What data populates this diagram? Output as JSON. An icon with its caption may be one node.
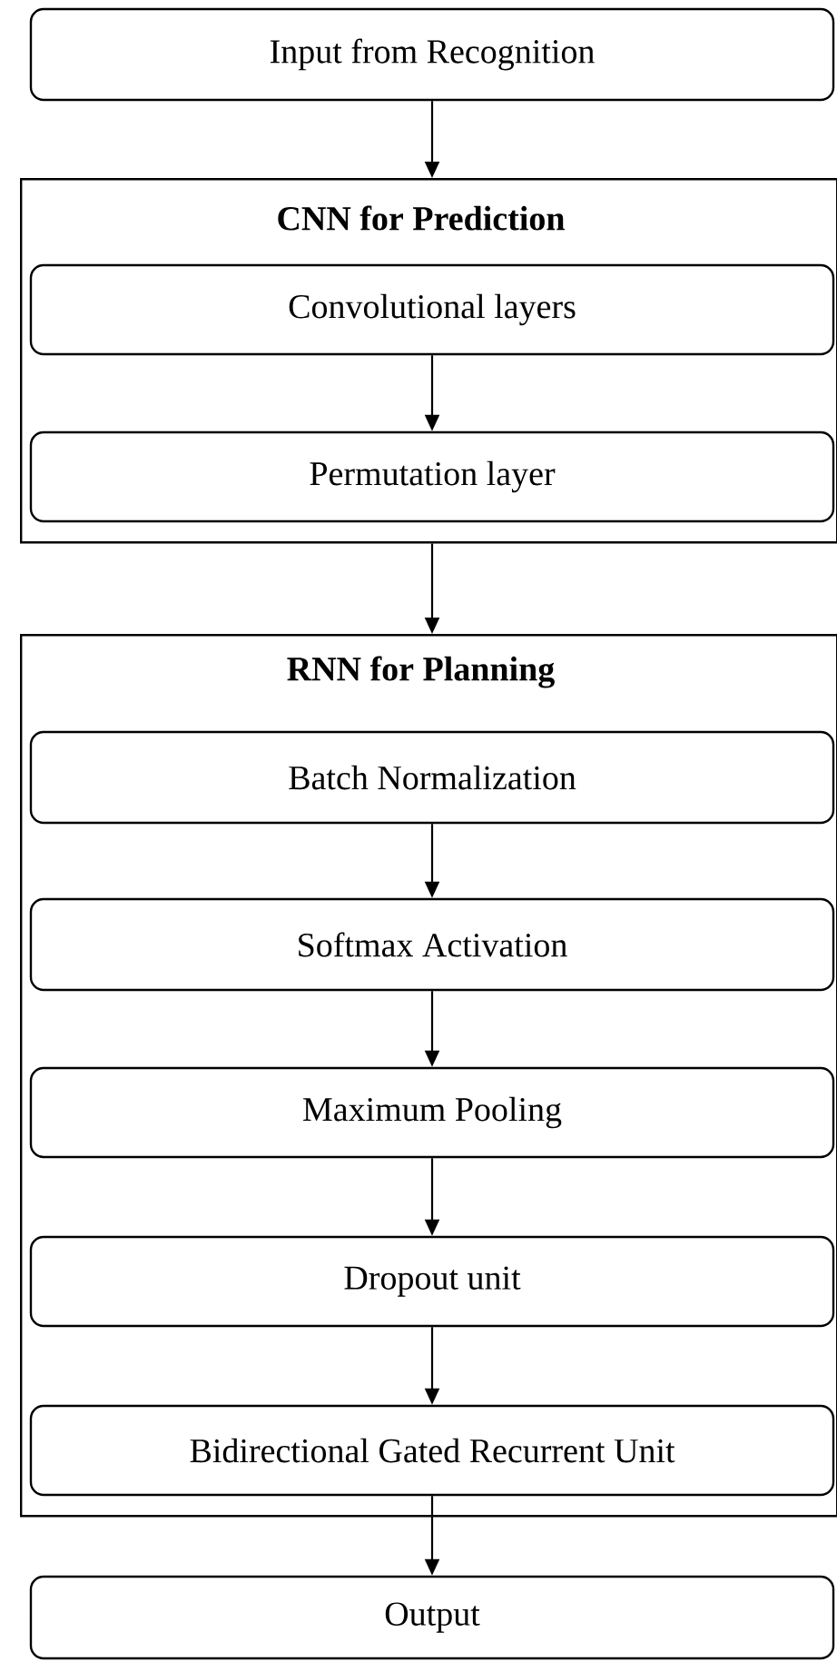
{
  "diagram": {
    "nodes": [
      {
        "text": [
          "Input from Recognition"
        ]
      },
      {
        "text": [
          "CNN for Prediction"
        ]
      },
      {
        "text": [
          "Convolutional layers"
        ],
        "in": 1
      },
      {
        "text": [
          "Permutation layer"
        ],
        "in": 1
      },
      {
        "text": [
          "RNN for Planning"
        ]
      },
      {
        "text": [
          "Batch Normalization"
        ],
        "in": 4
      },
      {
        "text": [
          "Softmax Activation"
        ],
        "in": 4
      },
      {
        "text": [
          "Maximum Pooling"
        ],
        "in": 4
      },
      {
        "text": [
          "Dropout unit"
        ],
        "in": 4
      },
      {
        "text": [
          "Bidirectional Gated Recurrent Unit"
        ],
        "in": 4
      },
      {
        "text": [
          "Output"
        ]
      }
    ],
    "edges": [
      {
        "from": 0,
        "to": 1,
        "arrow": "to"
      },
      {
        "from": 2,
        "to": 3,
        "arrow": "to"
      },
      {
        "from": 1,
        "to": 4,
        "arrow": "to"
      },
      {
        "from": 5,
        "to": 6,
        "arrow": "to"
      },
      {
        "from": 6,
        "to": 7,
        "arrow": "to"
      },
      {
        "from": 7,
        "to": 8,
        "arrow": "to"
      },
      {
        "from": 8,
        "to": 9,
        "arrow": "to"
      },
      {
        "from": 9,
        "to": 10,
        "arrow": "to"
      }
    ]
  }
}
